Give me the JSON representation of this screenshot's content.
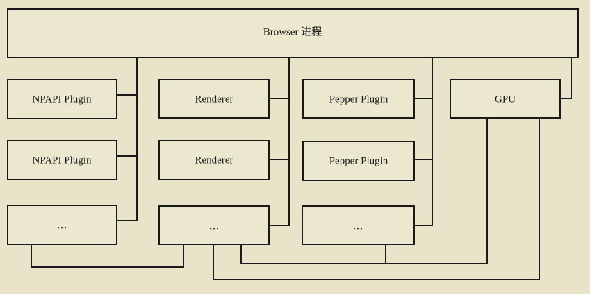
{
  "colors": {
    "background": "#e9e4c9",
    "box_fill": "#ece8cf",
    "line": "#1a1a1a"
  },
  "nodes": {
    "browser": "Browser 进程",
    "npapi_1": "NPAPI Plugin",
    "npapi_2": "NPAPI Plugin",
    "npapi_more": "…",
    "renderer_1": "Renderer",
    "renderer_2": "Renderer",
    "renderer_more": "…",
    "pepper_1": "Pepper Plugin",
    "pepper_2": "Pepper Plugin",
    "pepper_more": "…",
    "gpu": "GPU"
  }
}
